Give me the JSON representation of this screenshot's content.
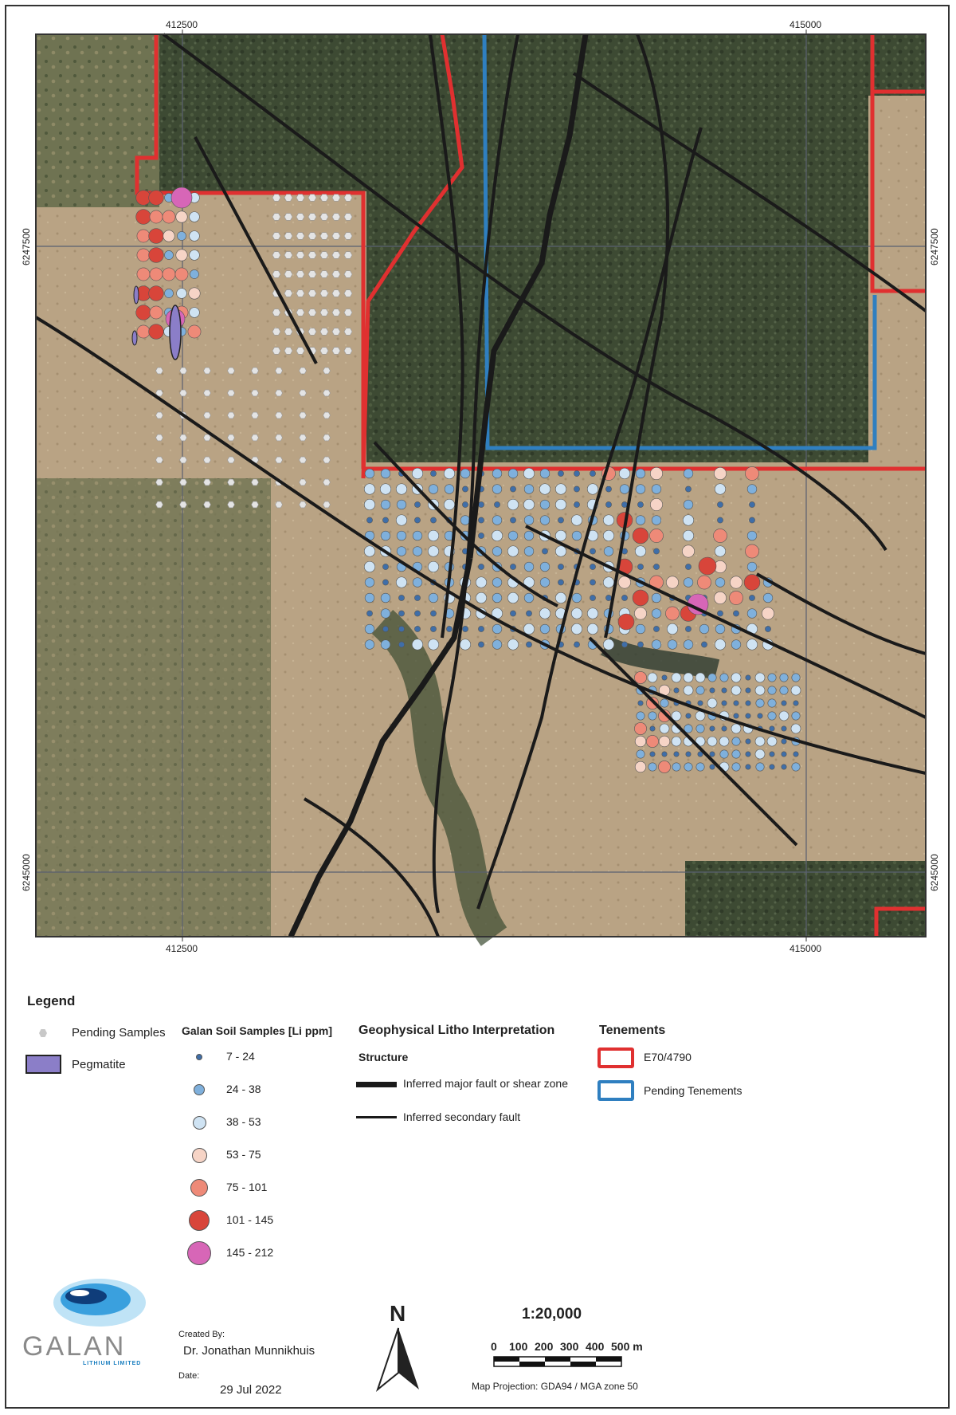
{
  "coords": {
    "top": [
      "412500",
      "415000"
    ],
    "bottom": [
      "412500",
      "415000"
    ],
    "left": [
      "6247500",
      "6245000"
    ],
    "right": [
      "6247500",
      "6245000"
    ]
  },
  "legend": {
    "title": "Legend",
    "pending_label": "Pending Samples",
    "pegmatite_label": "Pegmatite",
    "soil_heading": "Galan Soil Samples [Li ppm]",
    "soil_classes": [
      {
        "label": "7 - 24",
        "color": "#3f6ea8"
      },
      {
        "label": "24 - 38",
        "color": "#7fb0dc"
      },
      {
        "label": "38 - 53",
        "color": "#cfe3f3"
      },
      {
        "label": "53 - 75",
        "color": "#f6d4c6"
      },
      {
        "label": "75 - 101",
        "color": "#ee8a78"
      },
      {
        "label": "101 - 145",
        "color": "#d8453a"
      },
      {
        "label": "145 - 212",
        "color": "#d766b7"
      }
    ],
    "geo_heading": "Geophysical Litho Interpretation",
    "structure_label": "Structure",
    "major_fault_label": "Inferred major fault or shear zone",
    "secondary_fault_label": "Inferred secondary fault",
    "tenements_heading": "Tenements",
    "tenement_e70_label": "E70/4790",
    "tenement_pending_label": "Pending Tenements",
    "tenement_e70_color": "#e03030",
    "tenement_pending_color": "#2f7fc0"
  },
  "credits": {
    "logo_text": "GALAN",
    "logo_sub": "LITHIUM LIMITED",
    "created_by_label": "Created By:",
    "created_by": "Dr. Jonathan Munnikhuis",
    "date_label": "Date:",
    "date": "29 Jul 2022"
  },
  "north": "N",
  "scale": {
    "ratio": "1:20,000",
    "ticks": [
      "0",
      "100",
      "200",
      "300",
      "400",
      "500 m"
    ],
    "projection": "Map Projection: GDA94 / MGA zone 50"
  }
}
